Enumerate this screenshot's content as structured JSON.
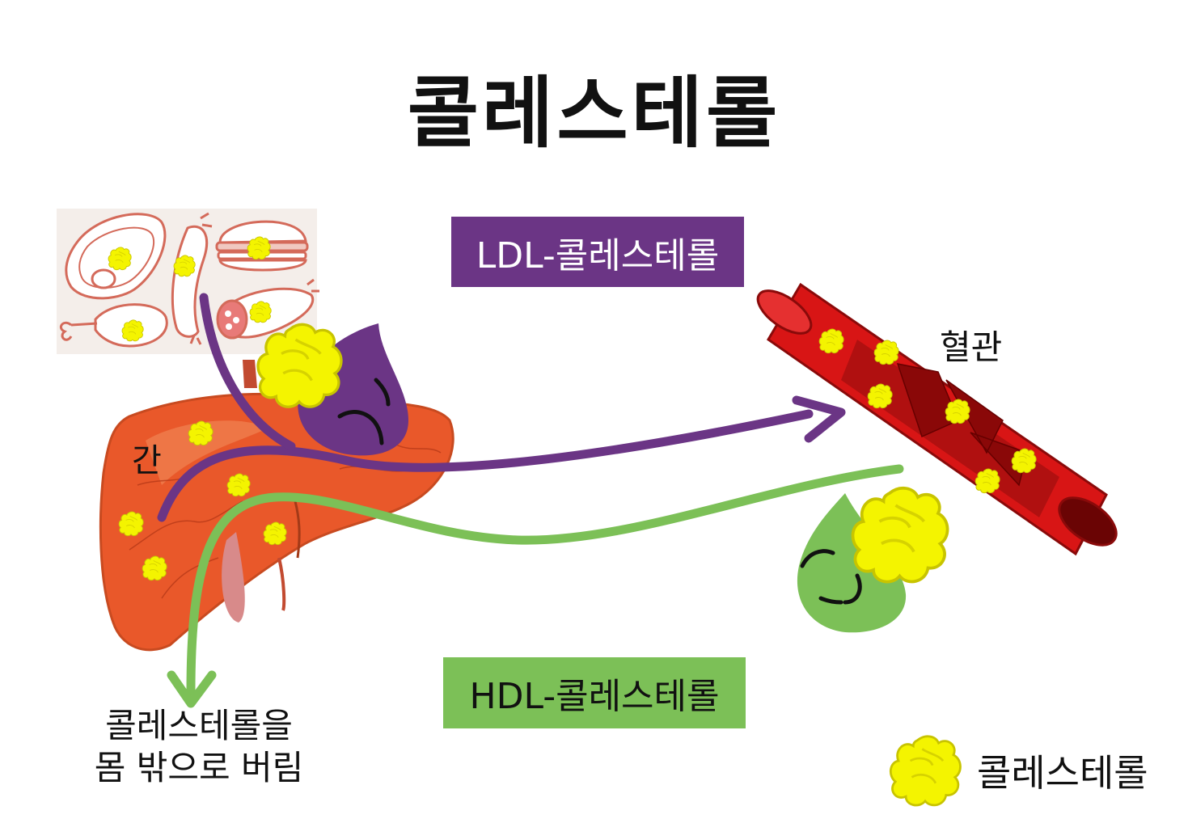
{
  "title": "콜레스테롤",
  "ldl_label": "LDL-콜레스테롤",
  "hdl_label": "HDL-콜레스테롤",
  "liver_label": "간",
  "vessel_label": "혈관",
  "excretion_label": {
    "line1": "콜레스테롤을",
    "line2": "몸 밖으로 버림"
  },
  "legend": {
    "icon": "cholesterol-blob-icon",
    "label": "콜레스테롤"
  },
  "colors": {
    "ldl": "#6b3585",
    "hdl": "#7cc057",
    "cholesterol": "#f4f400",
    "liver": "#e9582a",
    "vessel": "#d81515",
    "food_outline": "#d46a5a"
  }
}
